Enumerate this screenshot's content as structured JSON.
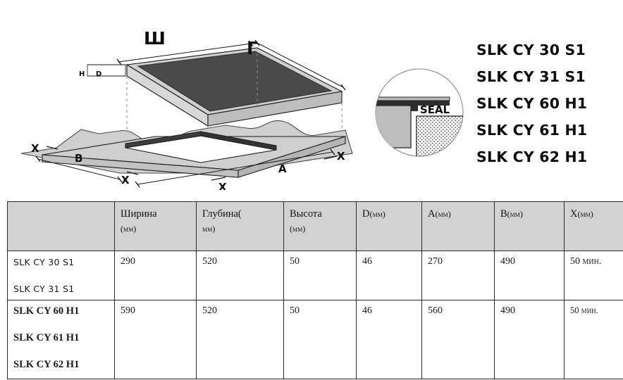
{
  "models": [
    "SLK CY 30 S1",
    "SLK CY 31 S1",
    "SLK CY 60 H1",
    "SLK CY 61 H1",
    "SLK CY 62 H1"
  ],
  "diagram": {
    "label_width": "Ш",
    "label_depth": "Г",
    "label_h": "H",
    "label_d": "D",
    "label_a": "A",
    "label_b": "B",
    "label_x1": "X",
    "label_x2": "X",
    "label_x3": "X",
    "label_x4": "X",
    "seal_label": "SEAL",
    "colors": {
      "glass_top": "#4a4a4a",
      "panel_edge": "#c9c9c9",
      "counter_fill": "#cfcfcf",
      "cutout_dark": "#333333",
      "line": "#1a1a1a"
    }
  },
  "table": {
    "headers": [
      {
        "text": "",
        "unit": ""
      },
      {
        "text": "Ширина",
        "unit": "(мм)"
      },
      {
        "text": "Глубина(",
        "unit": "мм)"
      },
      {
        "text": "Высота",
        "unit": "(мм)"
      },
      {
        "text": "D",
        "unit": "(мм)"
      },
      {
        "text": "A",
        "unit": "(мм)"
      },
      {
        "text": "B",
        "unit": "(мм)"
      },
      {
        "text": "X",
        "unit": "(мм)"
      }
    ],
    "rows": [
      {
        "models": [
          "SLK CY 30 S1",
          "SLK CY 31 S1"
        ],
        "width": "290",
        "depth": "520",
        "height": "50",
        "d": "46",
        "a": "270",
        "b": "490",
        "x": "50 мин."
      },
      {
        "models": [
          "SLK CY 60 H1",
          "SLK CY 61 H1",
          "SLK CY 62 H1"
        ],
        "width": "590",
        "depth": "520",
        "height": "50",
        "d": "46",
        "a": "560",
        "b": "490",
        "x": "50 мин."
      }
    ]
  }
}
